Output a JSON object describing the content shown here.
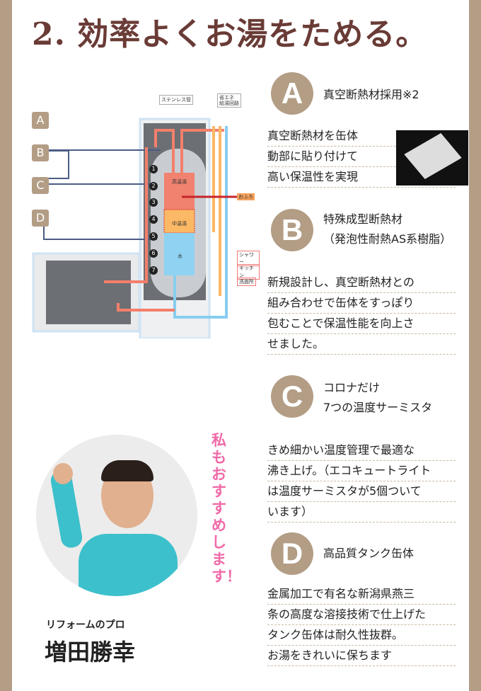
{
  "title": "2. 効率よくお湯をためる。",
  "diagram": {
    "labels": [
      "A",
      "B",
      "C",
      "D"
    ],
    "stainless": "ステンレス管",
    "eco_line1": "省エネ",
    "eco_line2": "給湯回路",
    "high": "高温湯",
    "mid": "中温湯",
    "water": "水",
    "bath": "おふろ",
    "shower": "シャワー",
    "kitchen": "キッチン",
    "washroom": "洗面所",
    "sensors": [
      "1",
      "2",
      "3",
      "4",
      "5",
      "6",
      "7"
    ]
  },
  "features": [
    {
      "badge": "A",
      "heading": [
        "真空断熱材採用※2"
      ],
      "body": [
        "真空断熱材を缶体",
        "動部に貼り付けて",
        "高い保温性を実現"
      ]
    },
    {
      "badge": "B",
      "heading": [
        "特殊成型断熱材",
        "（発泡性耐熱AS系樹脂）"
      ],
      "body": [
        "新規設計し、真空断熱材との",
        "組み合わせで缶体をすっぽり",
        "包むことで保温性能を向上さ",
        "せました。"
      ]
    },
    {
      "badge": "C",
      "heading": [
        "コロナだけ",
        "7つの温度サーミスタ"
      ],
      "body": [
        "きめ細かい温度管理で最適な",
        "沸き上げ。（エコキュートライト",
        "は温度サーミスタが5個ついて",
        "います）"
      ]
    },
    {
      "badge": "D",
      "heading": [
        "高品質タンク缶体"
      ],
      "body": [
        "金属加工で有名な新潟県燕三",
        "条の高度な溶接技術で仕上げた",
        "タンク缶体は耐久性抜群。",
        "お湯をきれいに保ちます"
      ]
    }
  ],
  "person": {
    "recommend": "私もおすすめします！",
    "role": "リフォームのプロ",
    "name": "増田勝幸"
  },
  "colors": {
    "accent": "#b39d85",
    "title": "#6a3b36",
    "recommend": "#f06aa8"
  }
}
